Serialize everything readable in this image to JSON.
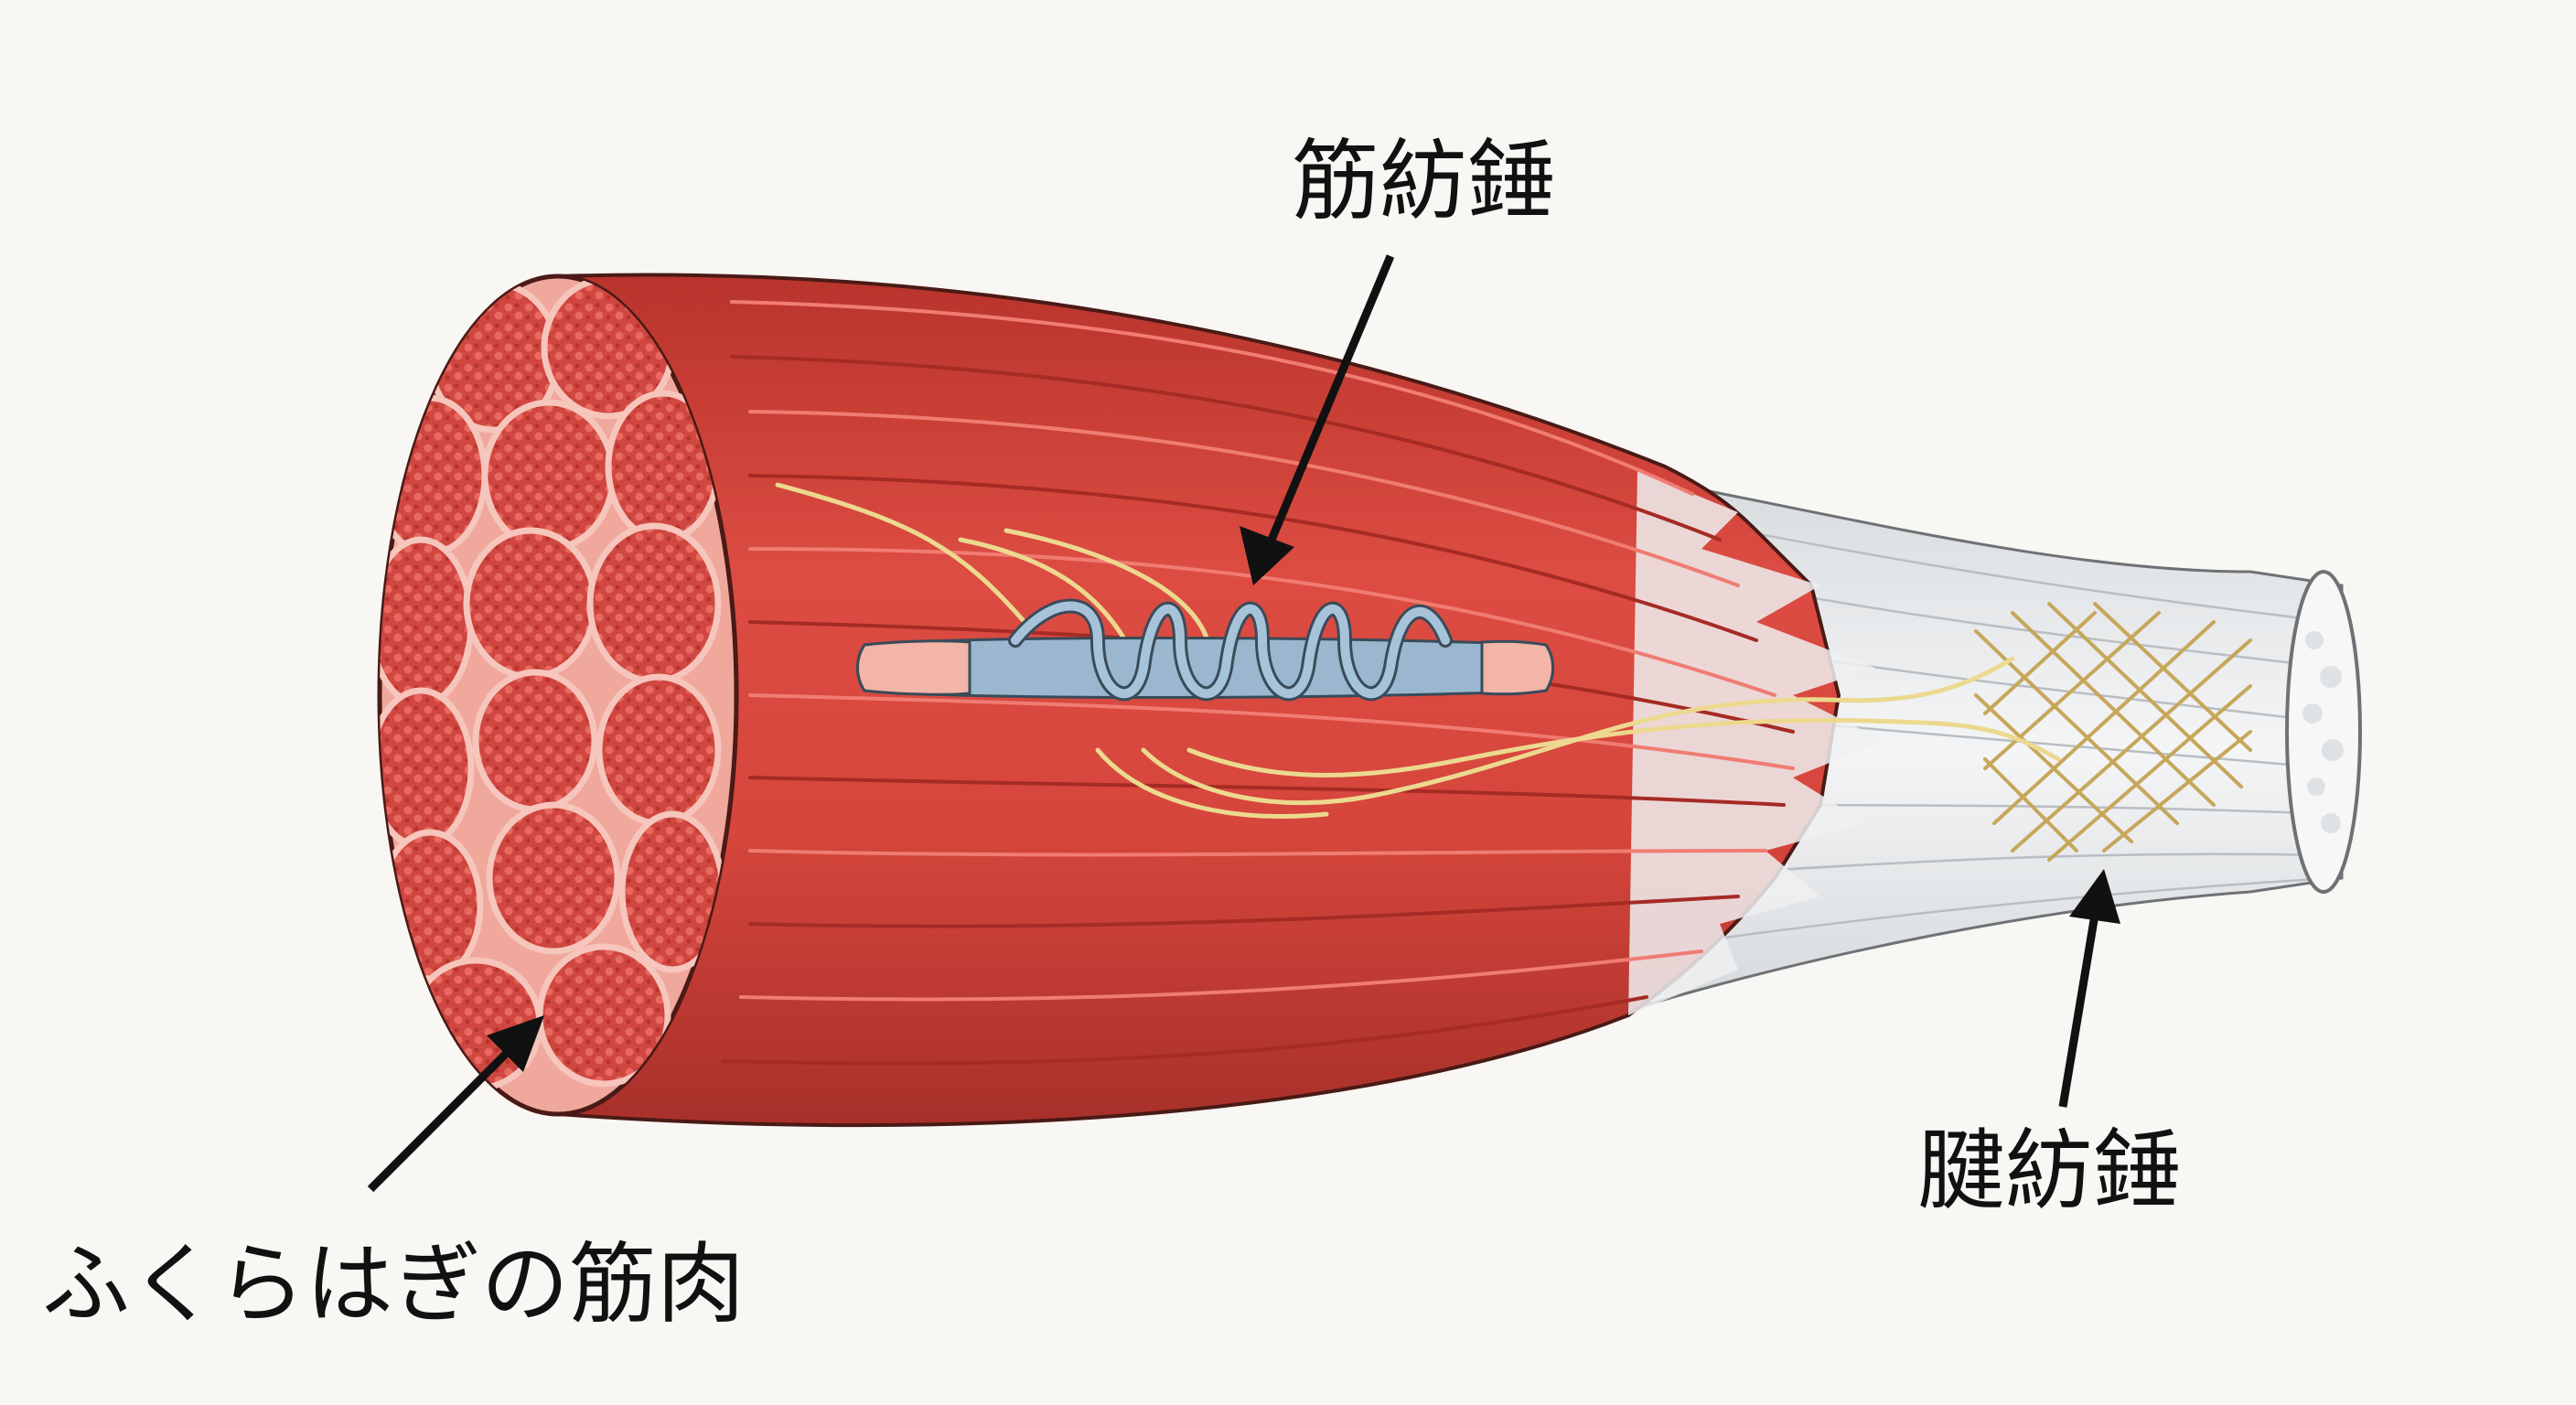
{
  "diagram": {
    "labels": {
      "muscle_spindle": "筋紡錘",
      "tendon_spindle": "腱紡錘",
      "calf_muscle": "ふくらはぎの筋肉"
    },
    "colors": {
      "background": "#f8f7f4",
      "muscle": "#d8473d",
      "muscle_dark": "#9c2a23",
      "muscle_light": "#f08a80",
      "fascicle": "#cf4a42",
      "perimysium": "#f3b3a8",
      "tendon": "#eceeef",
      "spindle_coil": "#9ab7cf",
      "spindle_capsule": "#f2b5a8",
      "nerve": "#ecd98f",
      "arrow": "#111111"
    }
  }
}
